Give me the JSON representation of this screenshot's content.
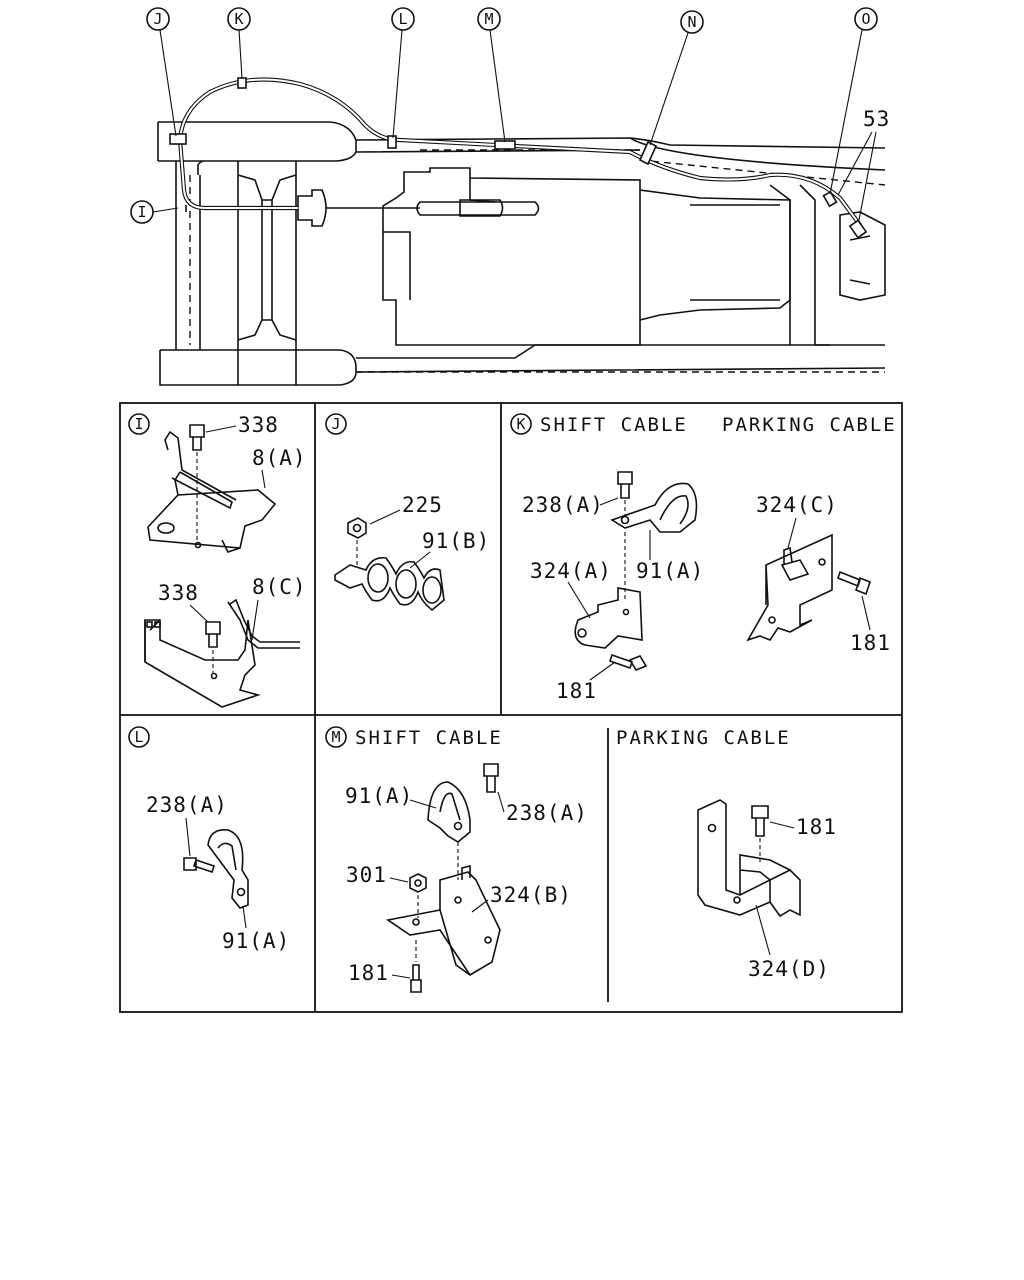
{
  "callouts": {
    "I": "I",
    "J": "J",
    "K": "K",
    "L": "L",
    "M": "M",
    "N": "N",
    "O": "O",
    "part_53": "53"
  },
  "panels": {
    "I": {
      "letter": "I",
      "labels": {
        "bolt_upper": "338",
        "bracket_a": "8(A)",
        "bolt_lower": "338",
        "bracket_c": "8(C)"
      }
    },
    "J": {
      "letter": "J",
      "labels": {
        "nut": "225",
        "clip": "91(B)"
      }
    },
    "K": {
      "letter": "K",
      "title_shift": "SHIFT CABLE",
      "title_parking": "PARKING CABLE",
      "labels": {
        "bolt": "238(A)",
        "clip": "91(A)",
        "bracket": "324(A)",
        "bolt_lower": "181",
        "bracket_c": "324(C)",
        "bolt_c": "181"
      }
    },
    "L": {
      "letter": "L",
      "labels": {
        "bolt": "238(A)",
        "clip": "91(A)"
      }
    },
    "M": {
      "letter": "M",
      "title_shift": "SHIFT CABLE",
      "title_parking": "PARKING CABLE",
      "labels": {
        "clip": "91(A)",
        "bolt": "238(A)",
        "nut": "301",
        "bracket_b": "324(B)",
        "bolt_lower": "181",
        "bolt_d": "181",
        "bracket_d": "324(D)"
      }
    }
  }
}
